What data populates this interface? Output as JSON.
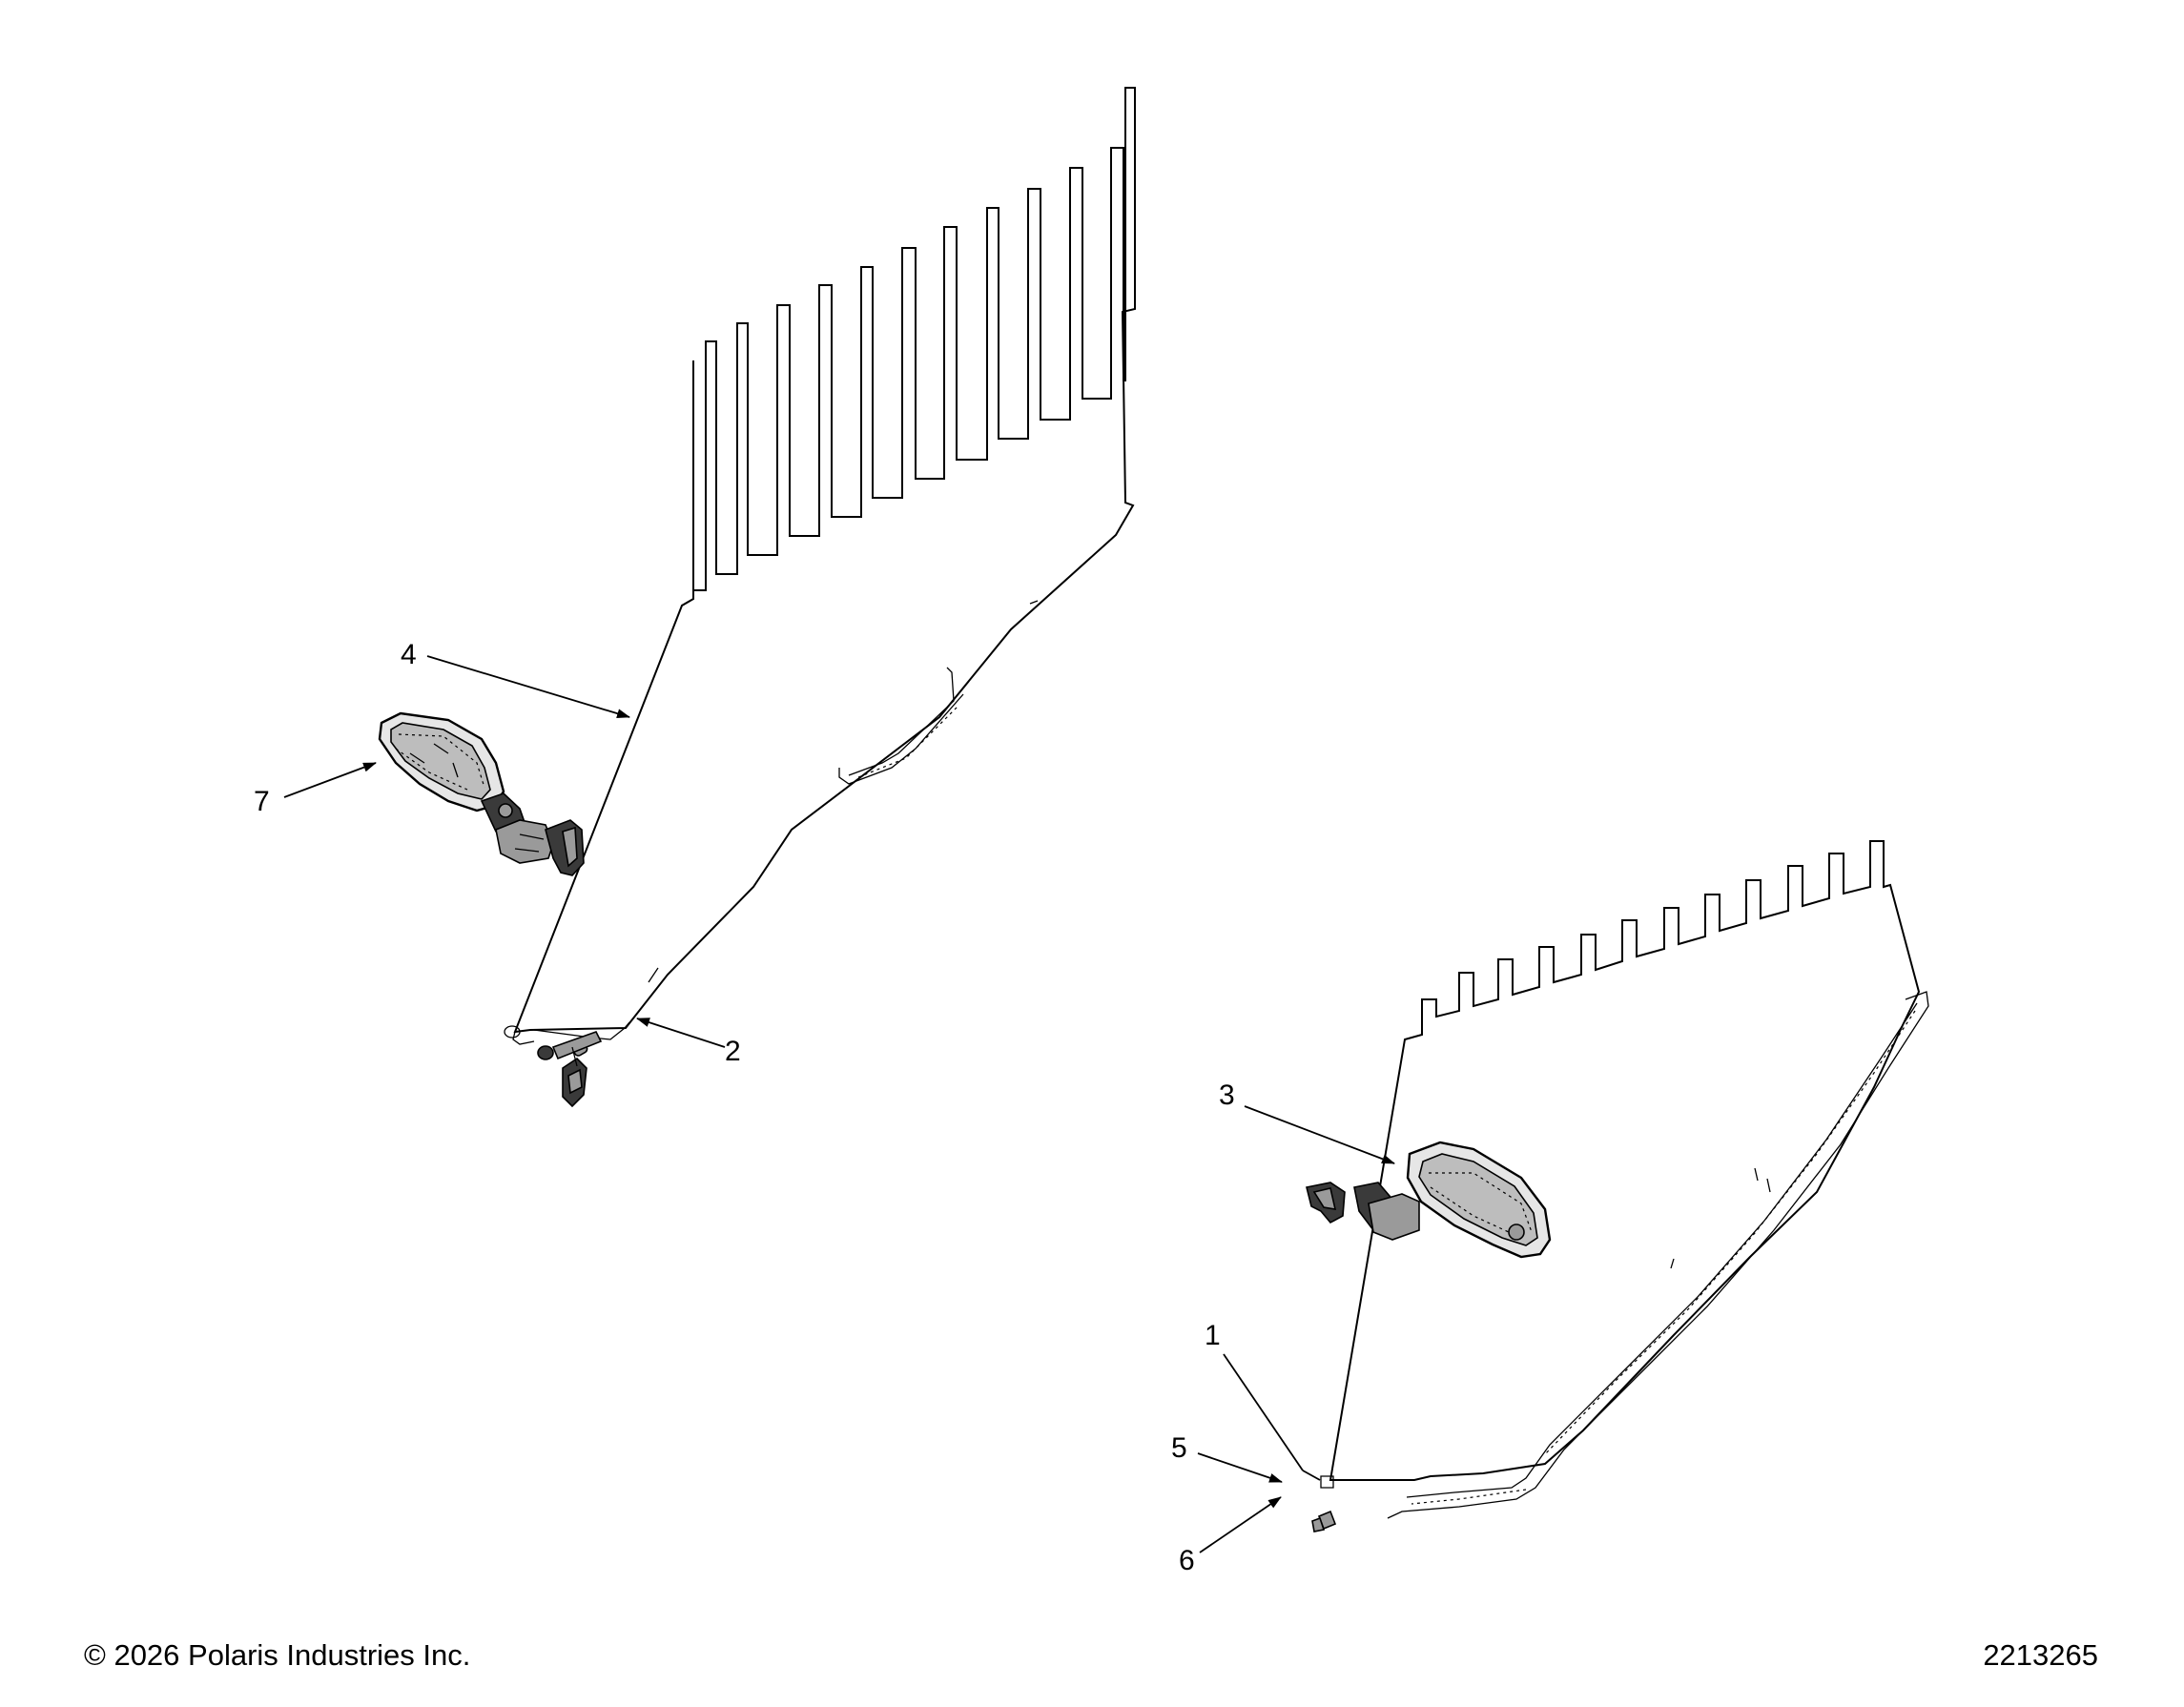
{
  "footer": {
    "copyright": "© 2026 Polaris Industries Inc.",
    "reference_number": "2213265"
  },
  "callouts": {
    "c1": "1",
    "c2": "2",
    "c3": "3",
    "c4": "4",
    "c5": "5",
    "c6": "6",
    "c7": "7"
  }
}
